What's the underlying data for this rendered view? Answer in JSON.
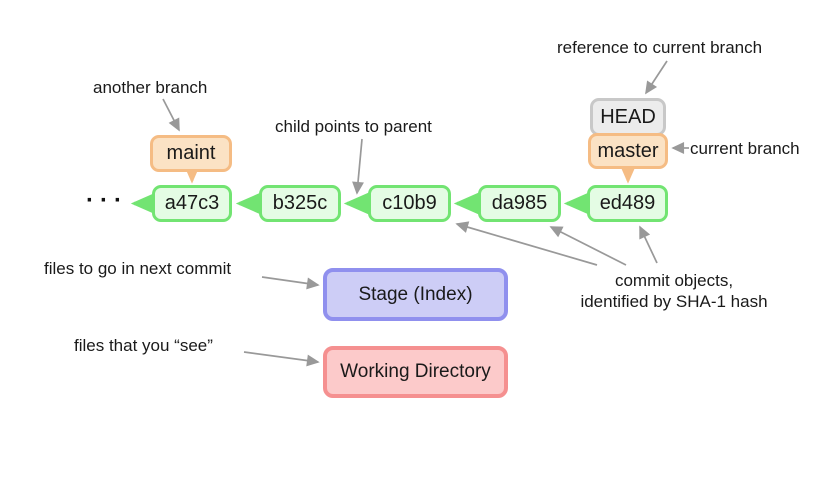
{
  "diagram": {
    "ellipsis": "···",
    "commits": [
      "a47c3",
      "b325c",
      "c10b9",
      "da985",
      "ed489"
    ],
    "branch_maint": "maint",
    "branch_master": "master",
    "head_label": "HEAD",
    "stage_label": "Stage (Index)",
    "working_label": "Working Directory",
    "annotations": {
      "another_branch": "another branch",
      "child_points_to_parent": "child points to parent",
      "reference_to_current_branch": "reference to current branch",
      "current_branch": "current branch",
      "commit_objects_line1": "commit objects,",
      "commit_objects_line2": "identified by SHA-1 hash",
      "files_next_commit": "files to go in next commit",
      "files_you_see": "files that you “see”"
    },
    "colors": {
      "commit_border": "#72e472",
      "commit_fill": "#e4fce4",
      "branch_border": "#f5bc84",
      "branch_fill": "#fbe2c4",
      "head_border": "#c8c8c8",
      "head_fill": "#ececec",
      "stage_border": "#9090ee",
      "stage_fill": "#cdcdf6",
      "working_border": "#f59090",
      "working_fill": "#fccaca",
      "annotation_arrow": "#999999",
      "text": "#1a1a1a"
    }
  }
}
